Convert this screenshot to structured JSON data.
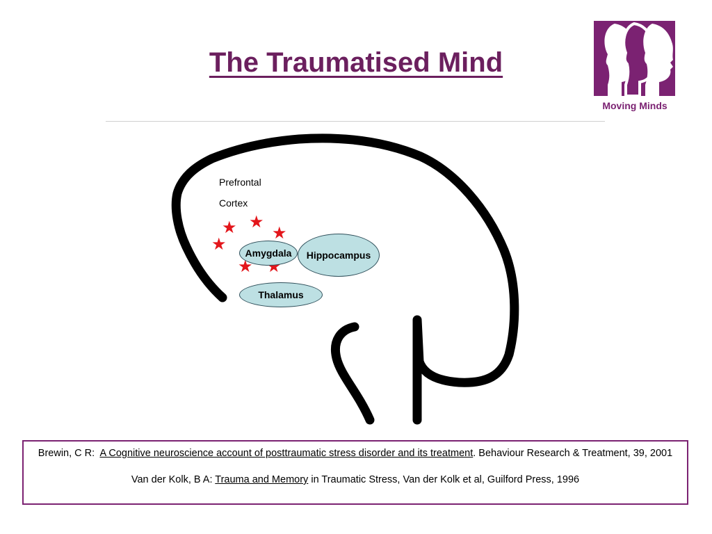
{
  "slide": {
    "title": "The Traumatised Mind"
  },
  "logo": {
    "text": "Moving Minds",
    "icon": "faces-profile-icon",
    "color": "#7b2272"
  },
  "diagram": {
    "label_prefrontal_line1": "Prefrontal",
    "label_prefrontal_line2": "Cortex",
    "regions": {
      "amygdala": "Amygdala",
      "hippocampus": "Hippocampus",
      "thalamus": "Thalamus"
    },
    "region_fill": "#bde0e3",
    "star_color": "#e3161b",
    "star_icon": "star-icon"
  },
  "references": {
    "ref1_authors": "Brewin, C R:",
    "ref1_title": "A Cognitive neuroscience account of posttraumatic stress disorder and its treatment",
    "ref1_rest": ". Behaviour Research & Treatment, 39, 2001",
    "ref2_authors": "Van der Kolk, B A:",
    "ref2_title": "Trauma and Memory",
    "ref2_rest": " in Traumatic Stress, Van der Kolk et al, Guilford Press, 1996"
  }
}
